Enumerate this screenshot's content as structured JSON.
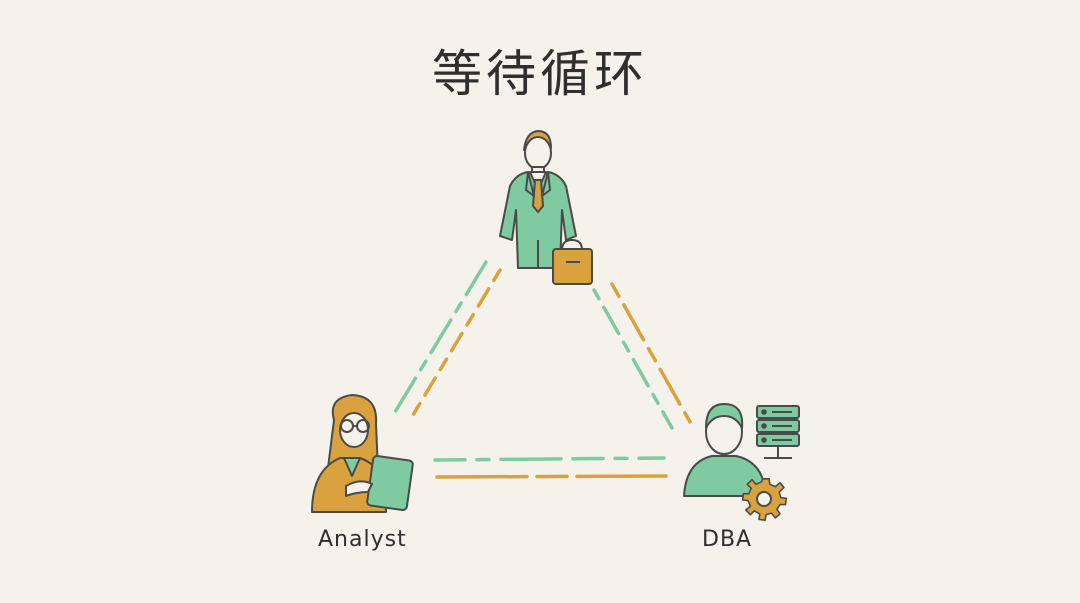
{
  "title": "等待循环",
  "nodes": {
    "analyst": {
      "label": "Analyst",
      "icon": "analyst-with-tablet-icon"
    },
    "dba": {
      "label": "DBA",
      "icon": "dba-with-server-gear-icon"
    },
    "manager": {
      "icon": "manager-with-briefcase-icon"
    }
  },
  "colors": {
    "green": "#7fcaa0",
    "orange": "#d9a23f",
    "ink": "#4a4a4a",
    "background": "#f4f2ea"
  }
}
